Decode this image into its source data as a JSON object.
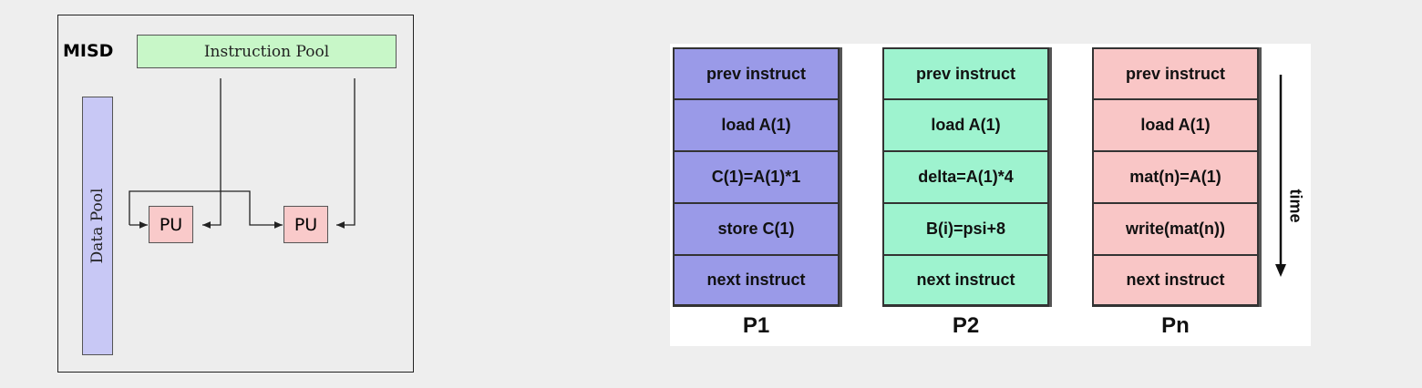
{
  "misd": {
    "label": "MISD",
    "instruction_pool": "Instruction Pool",
    "data_pool": "Data Pool",
    "pu_label": "PU",
    "colors": {
      "instruction_pool": "#c8f7c8",
      "data_pool": "#c8c8f5",
      "pu": "#f9caca"
    }
  },
  "pipeline": {
    "processors": [
      {
        "name": "P1",
        "color": "#9a9ae8",
        "steps": [
          "prev instruct",
          "load A(1)",
          "C(1)=A(1)*1",
          "store C(1)",
          "next instruct"
        ]
      },
      {
        "name": "P2",
        "color": "#9ef3cf",
        "steps": [
          "prev instruct",
          "load A(1)",
          "delta=A(1)*4",
          "B(i)=psi+8",
          "next instruct"
        ]
      },
      {
        "name": "Pn",
        "color": "#f9c6c6",
        "steps": [
          "prev instruct",
          "load A(1)",
          "mat(n)=A(1)",
          "write(mat(n))",
          "next instruct"
        ]
      }
    ],
    "time_label": "time"
  }
}
